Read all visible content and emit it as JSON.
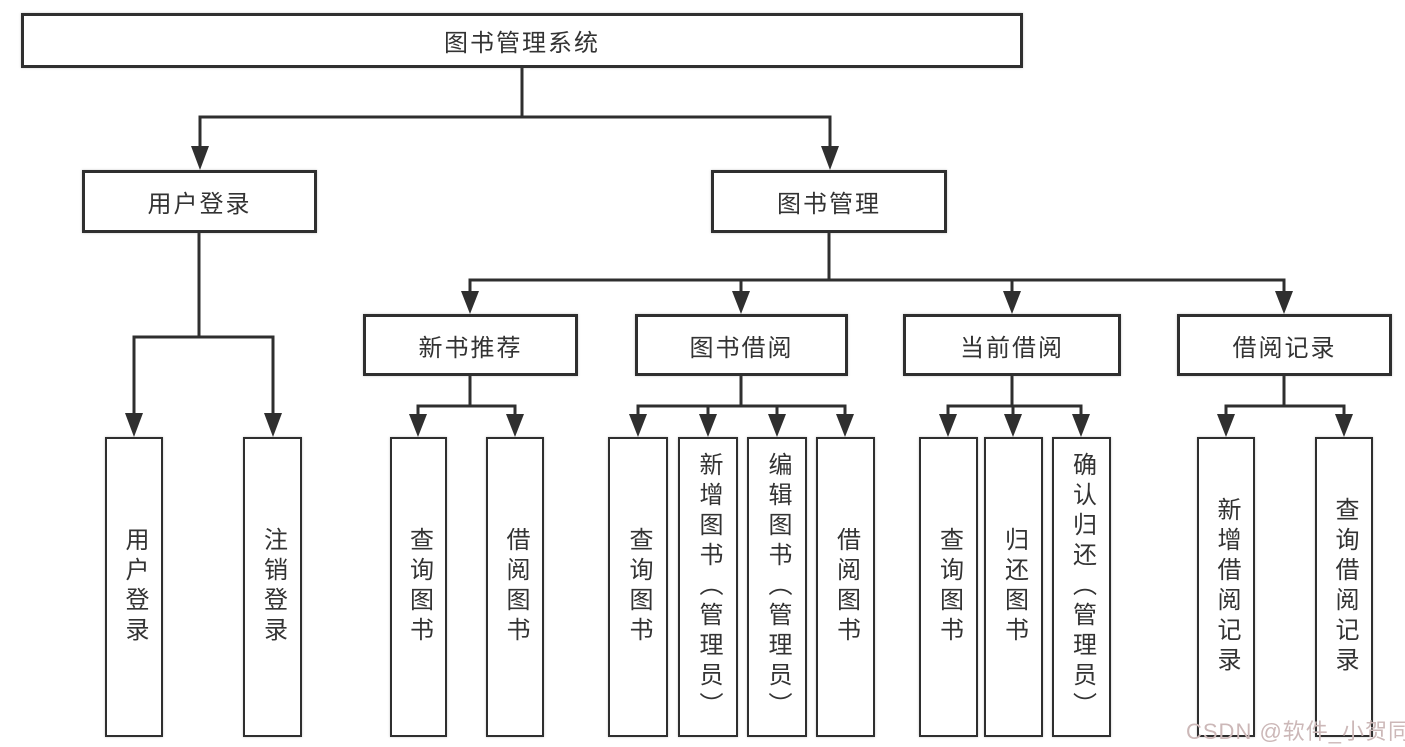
{
  "colors": {
    "line": "#2f2f2f",
    "text": "#333333",
    "background": "#ffffff",
    "watermark": "#ccb8b8"
  },
  "tree": {
    "root": {
      "label": "图书管理系统"
    },
    "branches": [
      {
        "label": "用户登录",
        "children": [
          "用户登录",
          "注销登录"
        ]
      },
      {
        "label": "图书管理",
        "groups": [
          {
            "label": "新书推荐",
            "children": [
              "查询图书",
              "借阅图书"
            ]
          },
          {
            "label": "图书借阅",
            "children": [
              "查询图书",
              "新增图书（管理员）",
              "编辑图书（管理员）",
              "借阅图书"
            ]
          },
          {
            "label": "当前借阅",
            "children": [
              "查询图书",
              "归还图书",
              "确认归还（管理员）"
            ]
          },
          {
            "label": "借阅记录",
            "children": [
              "新增借阅记录",
              "查询借阅记录"
            ]
          }
        ]
      }
    ]
  },
  "watermark": {
    "text": "CSDN @软件_小贺同学"
  }
}
